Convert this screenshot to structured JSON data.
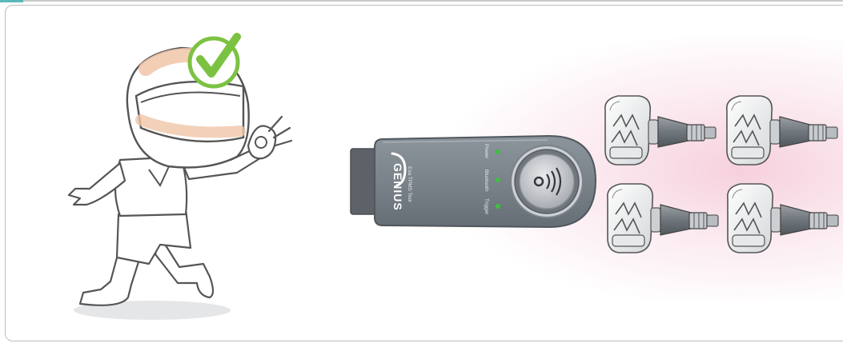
{
  "device": {
    "brand": "GENIUS",
    "model": "Esa TPMS Tool",
    "indicators": [
      "Power",
      "Bluetooth",
      "Trigger"
    ],
    "indicator_color": "#3fbf3f",
    "button_icon": "wireless-signal-icon"
  },
  "status": {
    "icon": "checkmark-icon",
    "color": "#7cc242"
  },
  "colors": {
    "accent_tab": "#58b9ba",
    "glow": "#f6d3df"
  }
}
